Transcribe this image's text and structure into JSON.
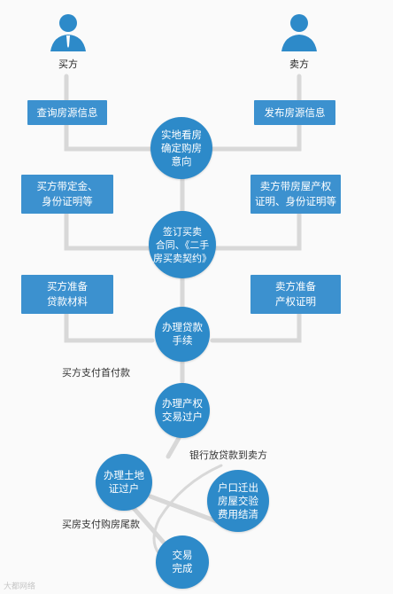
{
  "actors": {
    "buyer": {
      "label": "买方",
      "icon": "buyer-person-icon"
    },
    "seller": {
      "label": "卖方",
      "icon": "seller-person-icon"
    }
  },
  "boxes": {
    "buyer_query": "查询房源信息",
    "seller_publish": "发布房源信息",
    "buyer_deposit": "买方带定金、\n身份证明等",
    "seller_property": "卖方带房屋产权\n证明、身份证明等",
    "buyer_loan": "买方准备\n贷款材料",
    "seller_cert": "卖方准备\n产权证明"
  },
  "steps": {
    "visit": "实地看房\n确定购房\n意向",
    "contract": "签订买卖\n合同、《二手\n房买卖契约》",
    "loan": "办理贷款\n手续",
    "transfer": "办理产权\n交易过户",
    "land": "办理土地\n证过户",
    "settle": "户口迁出\n房屋交验\n费用结清",
    "done": "交易\n完成"
  },
  "annotations": {
    "down_payment": "买方支付首付款",
    "bank_release": "银行放贷款到卖方",
    "final_payment": "买房支付购房尾款"
  },
  "watermark": "大都网络",
  "colors": {
    "node": "#2d8ac9",
    "box": "#3c91cf",
    "line": "#d8d8d8",
    "actor": "#2d8ac9"
  }
}
